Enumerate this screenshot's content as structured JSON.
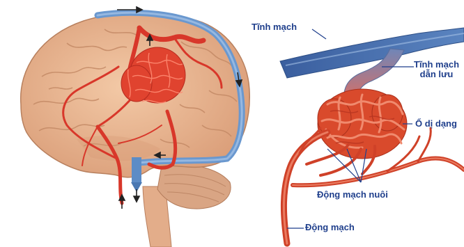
{
  "labels": {
    "vein": "Tĩnh mạch",
    "draining_vein_line1": "Tĩnh mạch",
    "draining_vein_line2": "dẫn lưu",
    "nidus": "Ổ dị dạng",
    "feeding_arteries": "Động mạch nuôi",
    "artery": "Động mạch"
  },
  "colors": {
    "label_text": "#1f3f8c",
    "vein_blue": "#5b8fc8",
    "artery_red": "#e2442c",
    "brain_tan": "#e8b592",
    "background": "#ffffff"
  }
}
